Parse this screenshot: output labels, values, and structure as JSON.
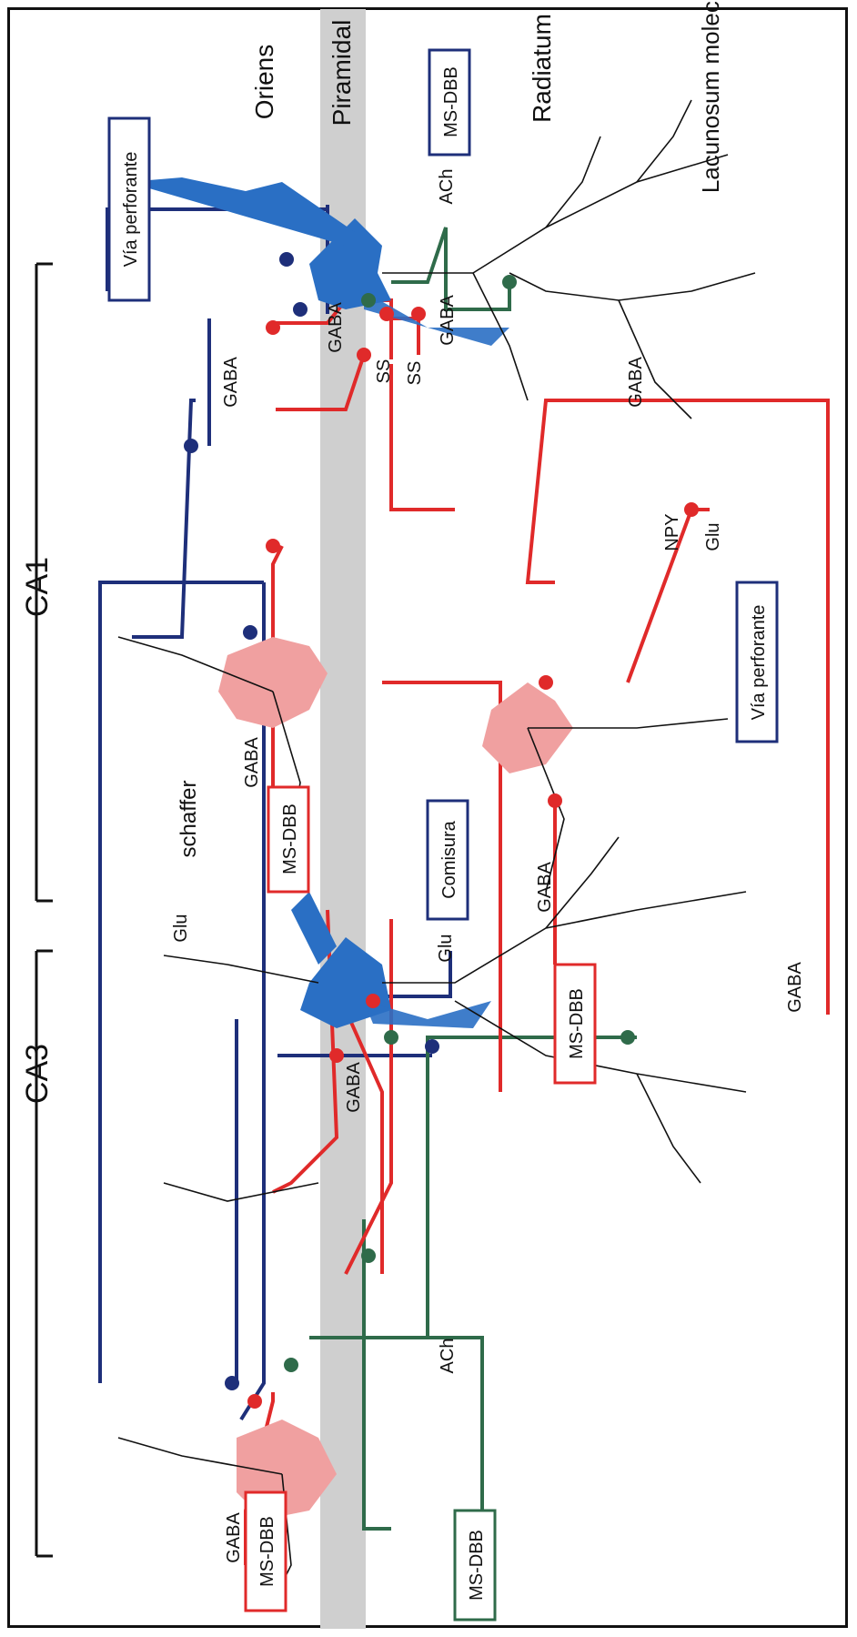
{
  "regions": {
    "ca1": "CA1",
    "ca3": "CA3"
  },
  "layers": {
    "oriens": "Oriens",
    "piramidal": "Piramidal",
    "radiatum": "Radiatum",
    "lacunosum": "Lacunosum molecular"
  },
  "inputs": {
    "via_perforante_ca1": "Vía perforante",
    "via_perforante_mid": "Vía perforante",
    "schaffer": "schaffer",
    "comisura": "Comisura"
  },
  "sources": {
    "msdbb_top": "MS-DBB",
    "msdbb_mid_left": "MS-DBB",
    "msdbb_mid": "MS-DBB",
    "msdbb_bottom_left": "MS-DBB",
    "msdbb_bottom": "MS-DBB"
  },
  "transmitters": {
    "gaba_1": "GABA",
    "gaba_2": "GABA",
    "gaba_3": "GABA",
    "gaba_4": "GABA",
    "gaba_5": "GABA",
    "gaba_6": "GABA",
    "gaba_7": "GABA",
    "gaba_8": "GABA",
    "gaba_9": "GABA",
    "ss_1": "SS",
    "ss_2": "SS",
    "ach_top": "ACh",
    "ach_bottom": "ACh",
    "npy": "NPY",
    "glu_mid": "Glu",
    "glu_top": "Glu",
    "glu_left": "Glu"
  },
  "colors": {
    "pyramidal": "#2a6fc4",
    "interneuron": "#f0a0a0",
    "gaba_path": "#e02a2a",
    "ach_path": "#2f6b4a",
    "glu_path": "#1e2f7a",
    "stratum_band": "#cfcfcf"
  }
}
